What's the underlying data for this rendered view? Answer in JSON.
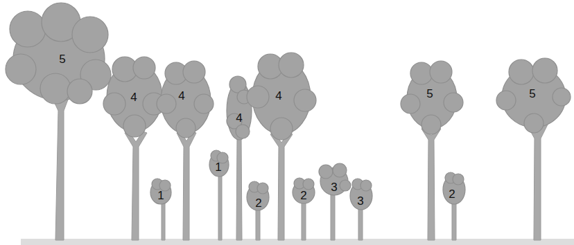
{
  "diagram": {
    "labels": [
      "5",
      "4",
      "1",
      "4",
      "1",
      "4",
      "2",
      "4",
      "2",
      "3",
      "3",
      "5",
      "2",
      "5"
    ]
  }
}
